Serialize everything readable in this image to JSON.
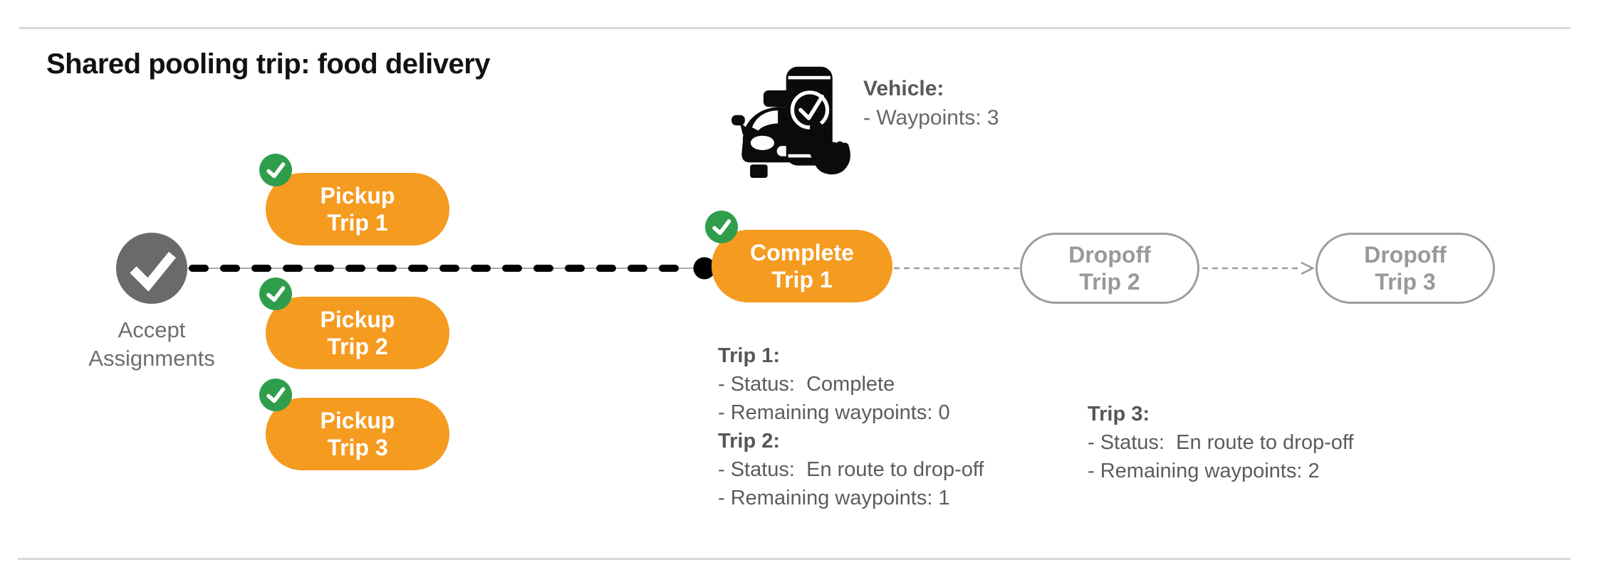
{
  "title": "Shared pooling trip: food delivery",
  "vehicle": {
    "label": "Vehicle:",
    "waypoints_line": "- Waypoints: 3"
  },
  "flow": {
    "accept": {
      "line1": "Accept",
      "line2": "Assignments"
    },
    "pickups": [
      {
        "line1": "Pickup",
        "line2": "Trip 1"
      },
      {
        "line1": "Pickup",
        "line2": "Trip 2"
      },
      {
        "line1": "Pickup",
        "line2": "Trip 3"
      }
    ],
    "complete": {
      "line1": "Complete",
      "line2": "Trip 1"
    },
    "dropoffs": [
      {
        "line1": "Dropoff",
        "line2": "Trip 2"
      },
      {
        "line1": "Dropoff",
        "line2": "Trip 3"
      }
    ]
  },
  "trip_status": {
    "left": [
      {
        "heading": "Trip 1:",
        "lines": [
          "- Status:  Complete",
          "- Remaining waypoints: 0"
        ]
      },
      {
        "heading": "Trip 2:",
        "lines": [
          "- Status:  En route to drop-off",
          "- Remaining waypoints: 1"
        ]
      }
    ],
    "right": [
      {
        "heading": "Trip 3:",
        "lines": [
          "- Status:  En route to drop-off",
          "- Remaining waypoints: 2"
        ]
      }
    ]
  },
  "colors": {
    "orange": "#f59b20",
    "green": "#2f9e4c",
    "node-gray": "#696a6b",
    "outline-gray": "#9b9da0",
    "text-gray": "#5b5c5f",
    "line-black": "#000000",
    "divider-gray": "#d9d9d9"
  }
}
